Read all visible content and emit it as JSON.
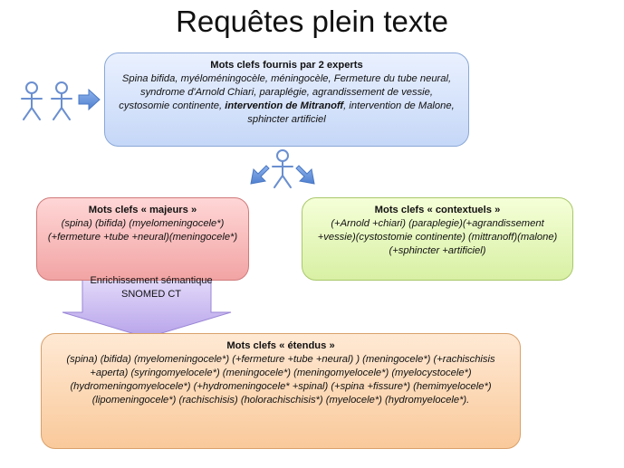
{
  "title": "Requêtes plein texte",
  "experts_box": {
    "heading": "Mots clefs fournis par 2 experts",
    "body_before": "Spina bifida, myéloméningocèle, méningocèle, Fermeture du tube neural, syndrome d'Arnold Chiari, paraplégie, agrandissement de vessie, cystosomie continente,",
    "body_bold": "intervention de Mitranoff",
    "body_after": ", intervention de Malone, sphincter artificiel"
  },
  "majeurs_box": {
    "heading": "Mots clefs « majeurs »",
    "body": "(spina) (bifida) (myelomeningocele*) (+fermeture +tube +neural)(meningocele*)"
  },
  "contextuels_box": {
    "heading": "Mots clefs « contextuels »",
    "body": "(+Arnold +chiari) (paraplegie)(+agrandissement +vessie)(cystostomie continente) (mittranoff)(malone)(+sphincter +artificiel)"
  },
  "enrichment_arrow": {
    "label": "Enrichissement sémantique SNOMED CT"
  },
  "etendus_box": {
    "heading": "Mots clefs « étendus »",
    "body": "(spina) (bifida) (myelomeningocele*) (+fermeture +tube +neural) ) (meningocele*) (+rachischisis +aperta) (syringomyelocele*) (meningocele*) (meningomyelocele*) (myelocystocele*) (hydromeningomyelocele*) (+hydromeningocele* +spinal) (+spina +fissure*) (hemimyelocele*) (lipomeningocele*) (rachischisis) (holorachischisis*) (myelocele*) (hydromyelocele*)."
  },
  "colors": {
    "person_icon": "#6a8fd0",
    "arrow": "#5b8fd6",
    "enrichment_arrow": "#c8b8ee"
  }
}
